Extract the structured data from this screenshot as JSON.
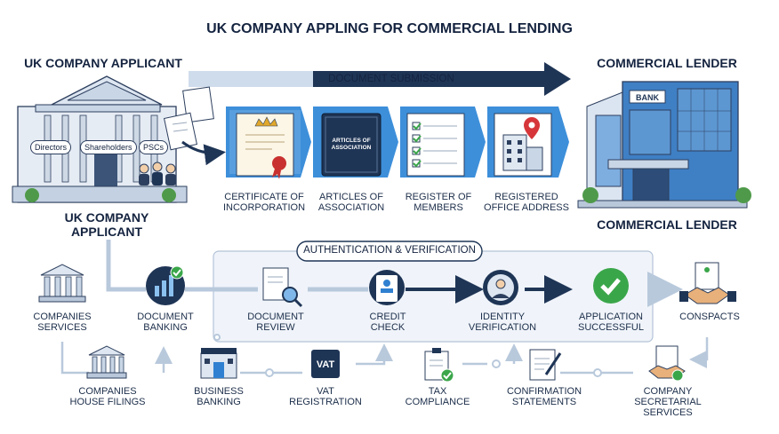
{
  "title": "UK COMPANY APPLING FOR COMMERCIAL LENDING",
  "applicant": {
    "heading": "UK COMPANY APPLICANT",
    "label": "UK COMPANY\nAPPLICANT",
    "chips": [
      "Directors",
      "Shareholders",
      "PSCs"
    ]
  },
  "lender": {
    "heading": "COMMERCIAL LENDER",
    "label": "COMMERCIAL LENDER",
    "sign": "BANK"
  },
  "document_submission": {
    "label": "DOCUMENT SUBMISSION",
    "documents": [
      {
        "label": "CERTIFICATE OF\nINCORPORATION",
        "icon": "certificate-icon"
      },
      {
        "label": "ARTICLES OF\nASSOCIATION",
        "icon": "articles-book-icon",
        "cover_text": "ARTICLES OF\nASSOCIATION"
      },
      {
        "label": "REGISTER OF\nMEMBERS",
        "icon": "checklist-icon"
      },
      {
        "label": "REGISTERED\nOFFICE ADDRESS",
        "icon": "office-location-icon"
      }
    ]
  },
  "verification": {
    "label": "AUTHENTICATION & VERIFICATION",
    "steps": [
      {
        "label": "DOCUMENT\nREVIEW",
        "icon": "document-review-icon"
      },
      {
        "label": "CREDIT\nCHECK",
        "icon": "id-card-icon"
      },
      {
        "label": "IDENTITY\nVERIFICATION",
        "icon": "person-icon"
      },
      {
        "label": "APPLICATION\nSUCCESSFUL",
        "icon": "check-circle-icon"
      }
    ]
  },
  "middle_row": [
    {
      "label": "COMPANIES\nSERVICES",
      "icon": "government-building-icon"
    },
    {
      "label": "DOCUMENT\nBANKING",
      "icon": "growth-chart-icon"
    },
    {
      "label": "CONSPACTS",
      "icon": "handshake-icon"
    }
  ],
  "bottom_row": [
    {
      "label": "COMPANIES\nHOUSE FILINGS",
      "icon": "government-building-icon"
    },
    {
      "label": "BUSINESS\nBANKING",
      "icon": "bank-branch-icon"
    },
    {
      "label": "VAT\nREGISTRATION",
      "icon": "vat-icon",
      "badge": "VAT"
    },
    {
      "label": "TAX\nCOMPLIANCE",
      "icon": "tax-clipboard-icon"
    },
    {
      "label": "CONFIRMATION\nSTATEMENTS",
      "icon": "confirmation-doc-icon"
    },
    {
      "label": "COMPANY\nSECRETARIAL\nSERVICES",
      "icon": "secretarial-handshake-icon"
    }
  ],
  "colors": {
    "navy": "#1f3556",
    "blue": "#2f80d1",
    "light_blue": "#9cc4ea",
    "green": "#3aa64a",
    "panel": "#f0f4fa"
  }
}
